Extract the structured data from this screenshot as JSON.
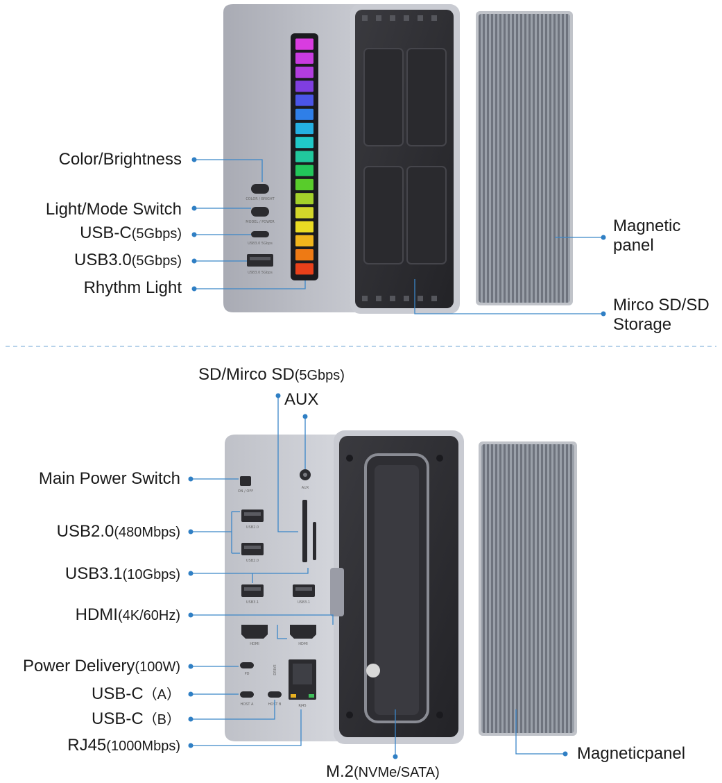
{
  "top": {
    "left_callouts": [
      {
        "main": "Color/Brightness",
        "sub": ""
      },
      {
        "main": "Light/Mode Switch",
        "sub": ""
      },
      {
        "main": "USB-C",
        "sub": "(5Gbps)"
      },
      {
        "main": "USB3.0",
        "sub": "(5Gbps)"
      },
      {
        "main": "Rhythm Light",
        "sub": ""
      }
    ],
    "right_callouts": [
      {
        "line1": "Magnetic",
        "line2": "panel"
      },
      {
        "line1": "Mirco SD/SD",
        "line2": "Storage"
      }
    ],
    "device_text": {
      "color_bright": "COLOR / BRIGHT",
      "model_power": "MODEL / POWER",
      "usbc": "USB3.0 5Gbps",
      "usba": "USB3.0 5Gbps"
    },
    "rhythm_colors": [
      "#d93ce0",
      "#c93be0",
      "#b23ddf",
      "#7f3ee0",
      "#4a55e8",
      "#2f7fe8",
      "#24b0e2",
      "#20c8c8",
      "#21c89d",
      "#22c65a",
      "#58cc2b",
      "#a4d12a",
      "#d3d62a",
      "#eadb23",
      "#f0b51c",
      "#ee7a14",
      "#e9401a"
    ]
  },
  "bottom": {
    "top_callouts": [
      {
        "main": "SD/Mirco SD",
        "sub": "(5Gbps)"
      },
      {
        "main": "AUX",
        "sub": ""
      }
    ],
    "left_callouts": [
      {
        "main": "Main Power Switch",
        "sub": ""
      },
      {
        "main": "USB2.0",
        "sub": "(480Mbps)"
      },
      {
        "main": "USB3.1",
        "sub": "(10Gbps)"
      },
      {
        "main": "HDMI",
        "sub": "(4K/60Hz)"
      },
      {
        "main": "Power Delivery",
        "sub": "(100W)"
      },
      {
        "main": "USB-C",
        "sub": "（A）"
      },
      {
        "main": "USB-C",
        "sub": "（B）"
      },
      {
        "main": "RJ45",
        "sub": "(1000Mbps)"
      }
    ],
    "right_callout": {
      "main": "Magneticpanel"
    },
    "bottom_callout": {
      "main": "M.2",
      "sub": "(NVMe/SATA)"
    },
    "device_text": {
      "on_off": "ON / OFF",
      "aux": "AUX",
      "usb2": "USB2.0",
      "usb31": "USB3.1",
      "hdmi": "HDMI",
      "pd": "PD",
      "host_a": "HOST A",
      "host_b": "HOST B",
      "rj45": "RJ45",
      "drive": "DRIVE"
    }
  },
  "colors": {
    "callout_line": "#3b86c8",
    "callout_dot": "#2f7fc4",
    "divider": "#9fc4e4",
    "device_body": "#9a9ca6",
    "device_face": "#c6c8cf",
    "dark_tray": "#2c2c30",
    "panel": "#8f939c"
  }
}
